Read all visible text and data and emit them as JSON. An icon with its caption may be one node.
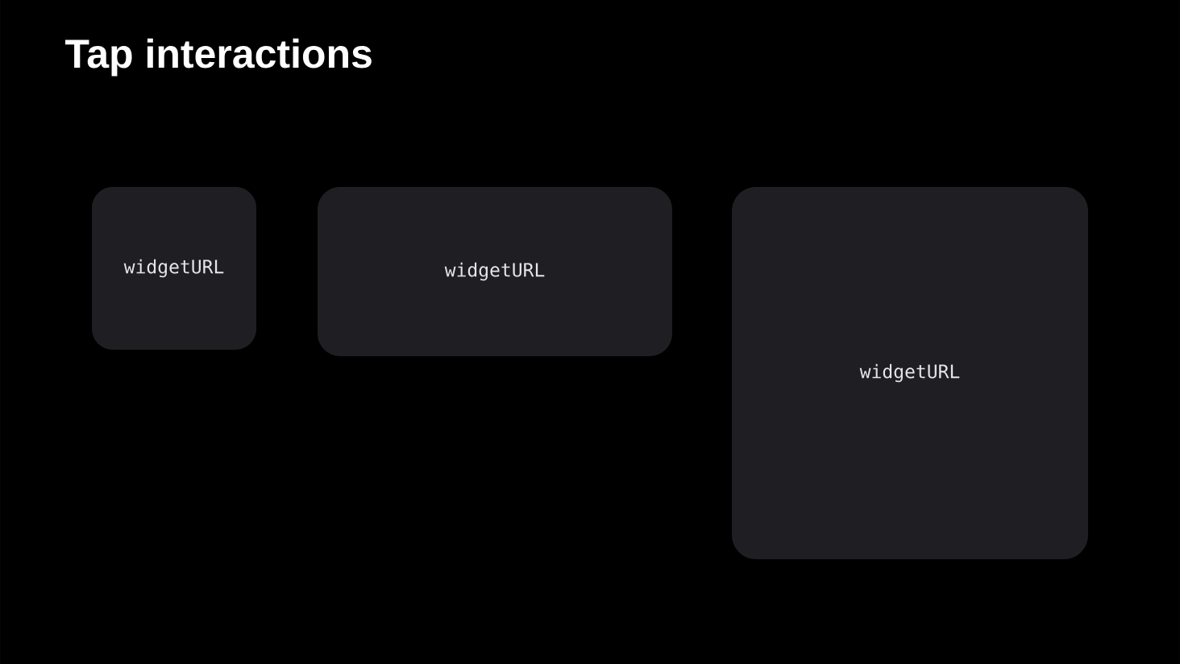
{
  "diagram": {
    "title": "Tap interactions",
    "nodes": [
      {
        "text": [
          "widgetURL"
        ]
      },
      {
        "text": [
          "widgetURL"
        ]
      },
      {
        "text": [
          "widgetURL"
        ]
      }
    ]
  }
}
